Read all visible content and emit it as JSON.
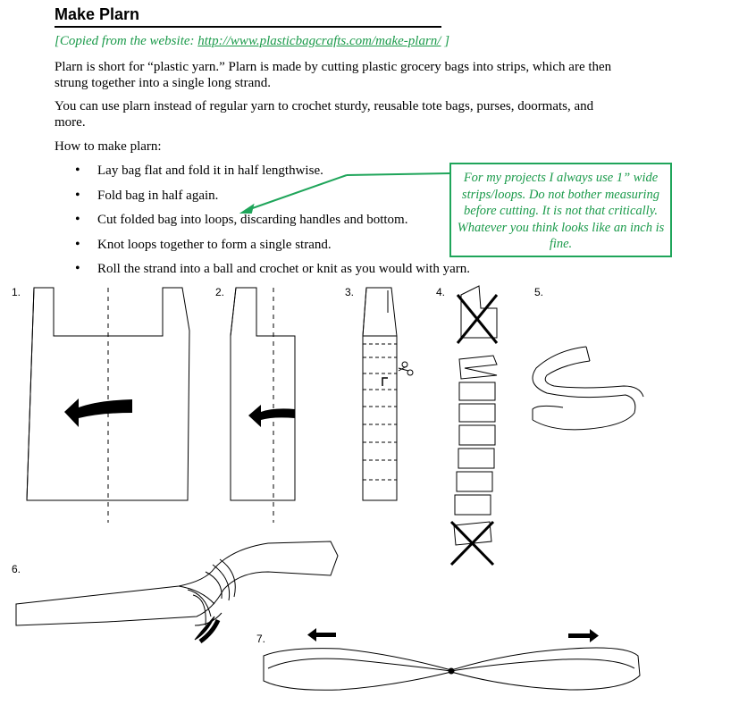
{
  "title": "Make Plarn",
  "source": {
    "prefix": "[Copied from the website: ",
    "link": "http://www.plasticbagcrafts.com/make-plarn/",
    "suffix": " ]"
  },
  "paragraphs": [
    "Plarn is short for “plastic yarn.” Plarn is made by cutting plastic grocery bags into strips, which are then strung together into a single long strand.",
    "You can use plarn instead of regular yarn to crochet sturdy, reusable tote bags, purses, doormats, and more.",
    "How to make plarn:"
  ],
  "steps": [
    "Lay bag flat and fold it in half lengthwise.",
    "Fold bag in half again.",
    "Cut folded bag into loops, discarding handles and bottom.",
    "Knot loops together to form a single strand.",
    "Roll the strand into a ball and crochet or knit as you would with yarn."
  ],
  "note": "For my projects I always use 1” wide strips/loops.  Do not bother measuring before cutting.  It is not that critically.  Whatever you think looks like an inch is fine.",
  "figure_labels": [
    "1.",
    "2.",
    "3.",
    "4.",
    "5.",
    "6.",
    "7."
  ],
  "colors": {
    "annotation_green": "#1fa55a",
    "link_green": "#1a9a4a"
  }
}
